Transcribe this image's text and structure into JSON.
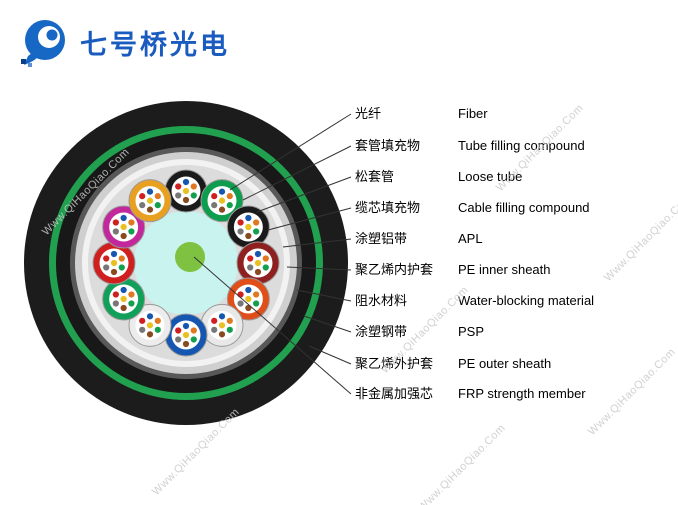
{
  "logo": {
    "text": "七号桥光电",
    "brand_color": "#1a5bbf"
  },
  "watermark": {
    "text": "Www.QiHaoQiao.Com"
  },
  "labels": [
    {
      "cn": "光纤",
      "en": "Fiber"
    },
    {
      "cn": "套管填充物",
      "en": "Tube filling compound"
    },
    {
      "cn": "松套管",
      "en": "Loose tube"
    },
    {
      "cn": "缆芯填充物",
      "en": "Cable filling compound"
    },
    {
      "cn": "涂塑铝带",
      "en": "APL"
    },
    {
      "cn": "聚乙烯内护套",
      "en": "PE inner sheath"
    },
    {
      "cn": "阻水材料",
      "en": "Water-blocking material"
    },
    {
      "cn": "涂塑钢带",
      "en": "PSP"
    },
    {
      "cn": "聚乙烯外护套",
      "en": "PE outer sheath"
    },
    {
      "cn": "非金属加强芯",
      "en": "FRP strength member"
    }
  ],
  "diagram": {
    "layers": [
      {
        "name": "pe-outer-sheath",
        "r": 162,
        "color": "#1c1c1c"
      },
      {
        "name": "psp-steel-tape",
        "r": 137,
        "color": "#21a04f"
      },
      {
        "name": "black-inner",
        "r": 130,
        "color": "#181818"
      },
      {
        "name": "water-blocking",
        "r": 116,
        "color": "#585858"
      },
      {
        "name": "apl-tape",
        "r": 111,
        "color": "#cfcfcf"
      },
      {
        "name": "pe-inner-sheath",
        "r": 104,
        "color": "#f2f2f2"
      },
      {
        "name": "cable-filling",
        "r": 98,
        "color": "#dcdcdc"
      }
    ],
    "tube_colors": [
      "#1a1a1a",
      "#0e9d4e",
      "#1a1a1a",
      "#8e2020",
      "#e04e1a",
      "#e8e8e8",
      "#1557b0",
      "#ececec",
      "#11a05a",
      "#cf1f1f",
      "#c2279b",
      "#e8a020"
    ],
    "fiber_colors": [
      "#1557b0",
      "#e07820",
      "#12a04e",
      "#8a4a20",
      "#777777",
      "#d01f1f",
      "#e8c020"
    ],
    "center": {
      "outer_color": "#c8f3ee",
      "inner_color": "#7fc241"
    }
  }
}
